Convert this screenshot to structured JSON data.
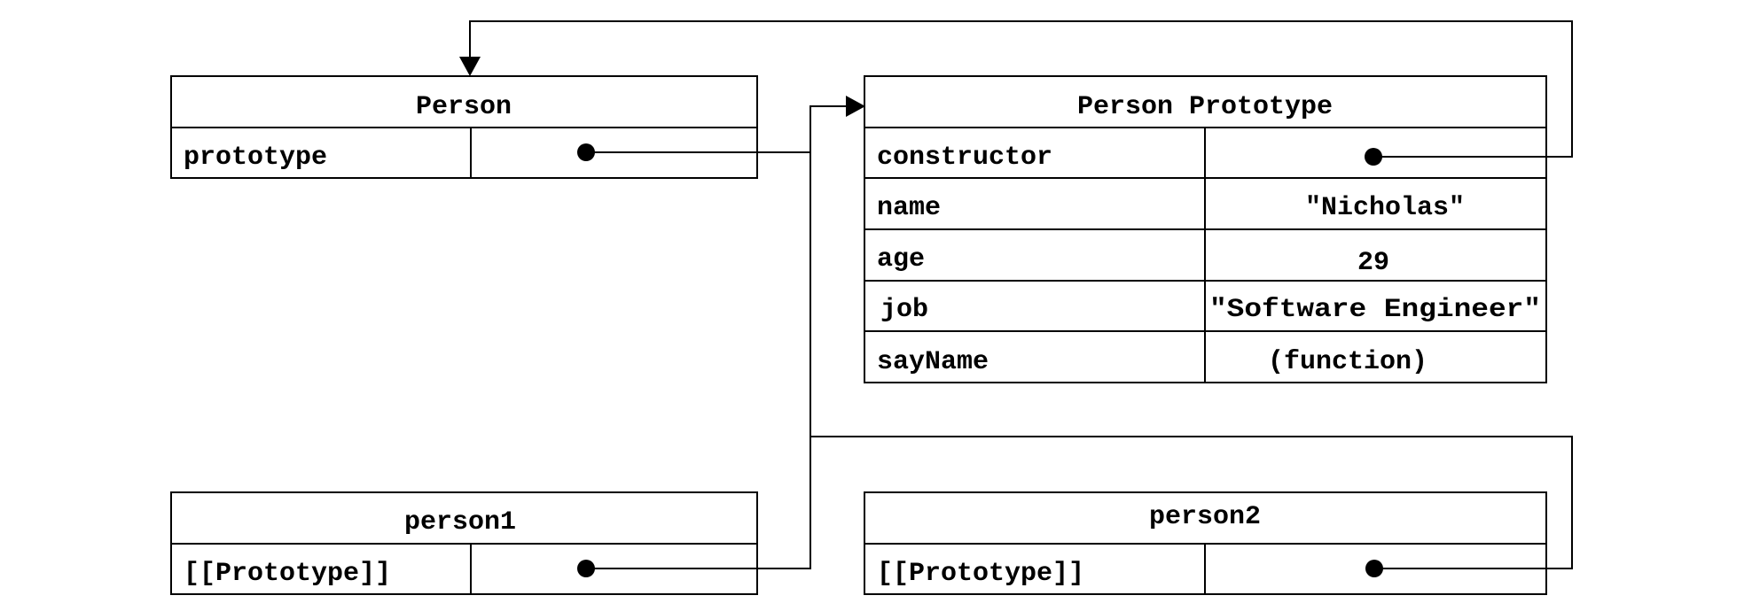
{
  "person_box": {
    "title": "Person",
    "rows": [
      {
        "key": "prototype",
        "value": ""
      }
    ]
  },
  "prototype_box": {
    "title": "Person Prototype",
    "rows": [
      {
        "key": "constructor",
        "value": ""
      },
      {
        "key": "name",
        "value": "\"Nicholas\""
      },
      {
        "key": "age",
        "value": "29"
      },
      {
        "key": "job",
        "value": "\"Software Engineer\""
      },
      {
        "key": "sayName",
        "value": "(function)"
      }
    ]
  },
  "person1_box": {
    "title": "person1",
    "rows": [
      {
        "key": "[[Prototype]]",
        "value": ""
      }
    ]
  },
  "person2_box": {
    "title": "person2",
    "rows": [
      {
        "key": "[[Prototype]]",
        "value": ""
      }
    ]
  },
  "colors": {
    "stroke": "#000000",
    "background": "#ffffff"
  }
}
